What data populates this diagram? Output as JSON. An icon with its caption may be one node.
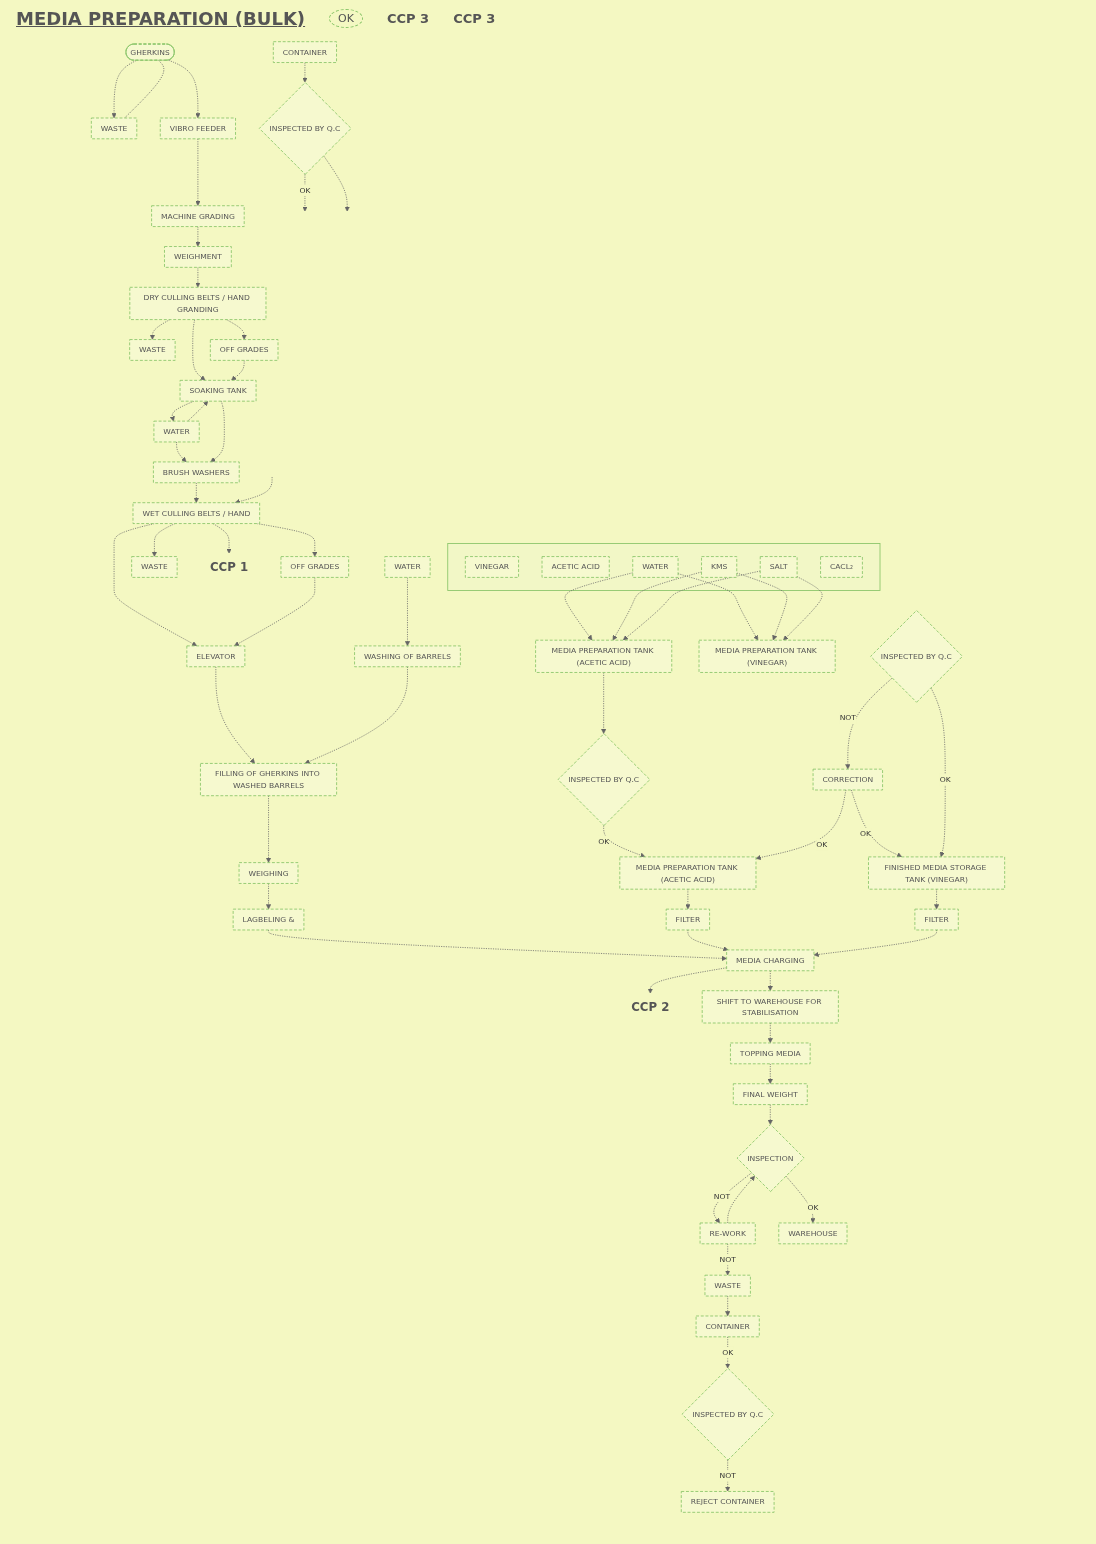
{
  "diagram": {
    "nodes": [
      {
        "text": [
          "GHERKINS"
        ]
      },
      {
        "text": [
          "WASTE"
        ]
      },
      {
        "text": [
          "VIBRO FEEDER"
        ]
      },
      {
        "text": [
          "MACHINE GRADING"
        ]
      },
      {
        "text": [
          "WEIGHMENT"
        ]
      },
      {
        "text": [
          "DRY CULLING BELTS / HAND GRANDING"
        ]
      },
      {
        "text": [
          "WASTE"
        ]
      },
      {
        "text": [
          "OFF GRADES"
        ]
      },
      {
        "text": [
          "SOAKING TANK"
        ]
      },
      {
        "text": [
          "WATER"
        ]
      },
      {
        "text": [
          "BRUSH WASHERS"
        ]
      },
      {
        "text": [
          "WASTE"
        ]
      },
      {
        "text": [
          "WET CULLING BELTS / HAND"
        ]
      },
      {
        "text": [
          "CCP 1"
        ]
      },
      {
        "text": [
          "OFF GRADES"
        ]
      },
      {
        "text": [
          "ELEVATOR"
        ]
      },
      {
        "text": [
          "WASHING OF BARRELS"
        ]
      },
      {
        "text": [
          "FILLING OF GHERKINS INTO WASHED BARRELS"
        ]
      },
      {
        "text": [
          "WATER"
        ]
      },
      {
        "text": [
          "WEIGHING"
        ]
      },
      {
        "text": [
          "LAGBELING &"
        ]
      },
      {
        "text": [
          "MEDIA CHARGING"
        ]
      },
      {
        "text": [
          "CCP 2"
        ]
      },
      {
        "text": [
          "SHIFT TO WAREHOUSE FOR STABILISATION"
        ]
      },
      {
        "text": [
          "TOPPING MEDIA"
        ]
      },
      {
        "text": [
          "FINAL WEIGHT"
        ]
      },
      {
        "text": [
          "INSPECTION"
        ]
      },
      {
        "text": [
          "RE-WORK"
        ]
      },
      {
        "text": [
          "WAREHOUSE"
        ]
      },
      {
        "text": [
          "WASTE"
        ]
      },
      {
        "text": [
          "CONTAINER"
        ]
      },
      {
        "text": [
          "INSPECTED BY Q.C"
        ]
      },
      {
        "text": [
          "REJECT CONTAINER"
        ]
      },
      {
        "text": [
          "CONTAINER"
        ]
      },
      {
        "text": [
          "INSPECTED BY Q.C"
        ]
      },
      {
        "text": [
          "MEDIA PREPARATION TANK (ACETIC ACID)"
        ]
      },
      {
        "text": [],
        "shape": "box"
      },
      {
        "text": [
          "VINEGAR"
        ],
        "in": 36
      },
      {
        "text": [
          "ACETIC ACID"
        ],
        "in": 36
      },
      {
        "text": [
          "WATER"
        ],
        "in": 36
      },
      {
        "text": [
          "KMS"
        ],
        "in": 36
      },
      {
        "text": [
          "SALT"
        ],
        "in": 36
      },
      {
        "text": [
          "CACL₂"
        ],
        "in": 36
      },
      {
        "text": [
          "MEDIA PREPARATION TANK (VINEGAR)"
        ]
      },
      {
        "text": [
          "CORRECTION"
        ]
      },
      {
        "text": [
          "INSPECTED BY Q.C"
        ]
      },
      {
        "text": [
          "INSPECTED BY Q.C"
        ]
      },
      {
        "text": [
          "MEDIA PREPARATION TANK (ACETIC ACID)"
        ]
      },
      {
        "text": [
          "FINISHED MEDIA STORAGE TANK (VINEGAR)"
        ]
      },
      {
        "text": [
          "FILTER"
        ]
      },
      {
        "text": [
          "FILTER"
        ]
      }
    ],
    "edges": [
      {
        "from": 0,
        "to": 1,
        "arrow": "to"
      },
      {
        "from": 0,
        "to": 1,
        "arrow": "none"
      },
      {
        "from": 0,
        "to": 2,
        "arrow": "to"
      },
      {
        "from": 2,
        "to": 3,
        "arrow": "to"
      },
      {
        "from": 3,
        "to": 4,
        "arrow": "to"
      },
      {
        "from": 4,
        "to": 5,
        "arrow": "to"
      },
      {
        "from": 5,
        "to": 6,
        "arrow": "to"
      },
      {
        "from": 5,
        "to": 7,
        "arrow": "to"
      },
      {
        "from": 5,
        "to": 8,
        "arrow": "to"
      },
      {
        "from": 7,
        "to": 8,
        "arrow": "to"
      },
      {
        "from": 8,
        "to": 9,
        "arrow": "to"
      },
      {
        "from": 9,
        "to": 8,
        "arrow": "to"
      },
      {
        "from": 9,
        "to": 10,
        "arrow": "to"
      },
      {
        "from": 8,
        "to": 10,
        "arrow": "to"
      },
      {
        "from": 10,
        "to": 12,
        "arrow": "to"
      },
      {
        "from": null,
        "to": 12,
        "arrow": "to"
      },
      {
        "from": 12,
        "to": 11,
        "arrow": "to"
      },
      {
        "from": 12,
        "to": 14,
        "arrow": "to"
      },
      {
        "from": 12,
        "to": 13,
        "arrow": "to"
      },
      {
        "from": 12,
        "to": 15,
        "arrow": "to"
      },
      {
        "from": 14,
        "to": 15,
        "arrow": "to"
      },
      {
        "from": 15,
        "to": 17,
        "arrow": "to"
      },
      {
        "from": 16,
        "to": 17,
        "arrow": "to"
      },
      {
        "from": 18,
        "to": 16,
        "arrow": "to"
      },
      {
        "from": 17,
        "to": 19,
        "arrow": "to"
      },
      {
        "from": 19,
        "to": 20,
        "arrow": "to"
      },
      {
        "from": 20,
        "to": 21,
        "arrow": "to"
      },
      {
        "from": 21,
        "to": 22,
        "arrow": "to"
      },
      {
        "from": 21,
        "to": 23,
        "arrow": "to"
      },
      {
        "from": 23,
        "to": 24,
        "arrow": "to"
      },
      {
        "from": 24,
        "to": 25,
        "arrow": "to"
      },
      {
        "from": 25,
        "to": 26,
        "arrow": "to"
      },
      {
        "from": 26,
        "to": 27,
        "arrow": "to",
        "label": "NOT"
      },
      {
        "from": 27,
        "to": 26,
        "arrow": "to"
      },
      {
        "from": 26,
        "to": 28,
        "arrow": "to",
        "label": "OK"
      },
      {
        "from": 27,
        "to": 29,
        "arrow": "to",
        "label": "NOT"
      },
      {
        "from": 29,
        "to": 30,
        "arrow": "to"
      },
      {
        "from": 30,
        "to": 31,
        "arrow": "to",
        "label": "OK"
      },
      {
        "from": 31,
        "to": 32,
        "arrow": "to",
        "label": "NOT"
      },
      {
        "from": 33,
        "to": 34,
        "arrow": "to"
      },
      {
        "from": 34,
        "to": null,
        "arrow": "to",
        "label": "OK"
      },
      {
        "from": 34,
        "to": null,
        "arrow": "to"
      },
      {
        "from": 39,
        "to": 35,
        "arrow": "to"
      },
      {
        "from": 40,
        "to": 35,
        "arrow": "to"
      },
      {
        "from": 41,
        "to": 35,
        "arrow": "to"
      },
      {
        "from": 39,
        "to": 43,
        "arrow": "to"
      },
      {
        "from": 40,
        "to": 43,
        "arrow": "to"
      },
      {
        "from": 41,
        "to": 43,
        "arrow": "to"
      },
      {
        "from": 35,
        "to": 45,
        "arrow": "to"
      },
      {
        "from": 45,
        "to": 47,
        "arrow": "to",
        "label": "OK"
      },
      {
        "from": 44,
        "to": 47,
        "arrow": "to",
        "label": "OK"
      },
      {
        "from": 44,
        "to": 48,
        "arrow": "to",
        "label": "OK"
      },
      {
        "from": 46,
        "to": 44,
        "arrow": "to",
        "label": "NOT"
      },
      {
        "from": 46,
        "to": 48,
        "arrow": "to",
        "label": "OK"
      },
      {
        "from": 47,
        "to": 49,
        "arrow": "to"
      },
      {
        "from": 48,
        "to": 50,
        "arrow": "to"
      },
      {
        "from": 49,
        "to": 21,
        "arrow": "to"
      },
      {
        "from": 50,
        "to": 21,
        "arrow": "to"
      }
    ],
    "labels": [
      "MEDIA PREPARATION (BULK)",
      "OK",
      "CCP 3",
      "CCP 3"
    ]
  }
}
